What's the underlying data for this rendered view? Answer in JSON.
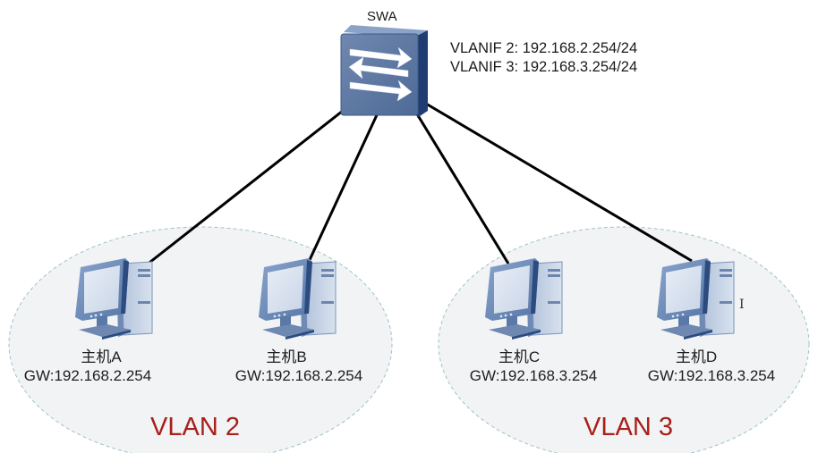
{
  "switch": {
    "name": "SWA",
    "interfaces": [
      "VLANIF 2: 192.168.2.254/24",
      "VLANIF 3: 192.168.3.254/24"
    ],
    "icon": "switch-icon"
  },
  "vlans": [
    {
      "label": "VLAN 2",
      "hosts": [
        {
          "name": "主机A",
          "gateway": "GW:192.168.2.254"
        },
        {
          "name": "主机B",
          "gateway": "GW:192.168.2.254"
        }
      ]
    },
    {
      "label": "VLAN 3",
      "hosts": [
        {
          "name": "主机C",
          "gateway": "GW:192.168.3.254"
        },
        {
          "name": "主机D",
          "gateway": "GW:192.168.3.254"
        }
      ]
    }
  ],
  "colors": {
    "vlan_label": "#a8201a",
    "link": "#000000",
    "device_blue": "#4a6a98",
    "vlan_area_fill": "#f2f3f5",
    "vlan_area_border": "#9cc4c4"
  },
  "cursor_glyph": "I"
}
